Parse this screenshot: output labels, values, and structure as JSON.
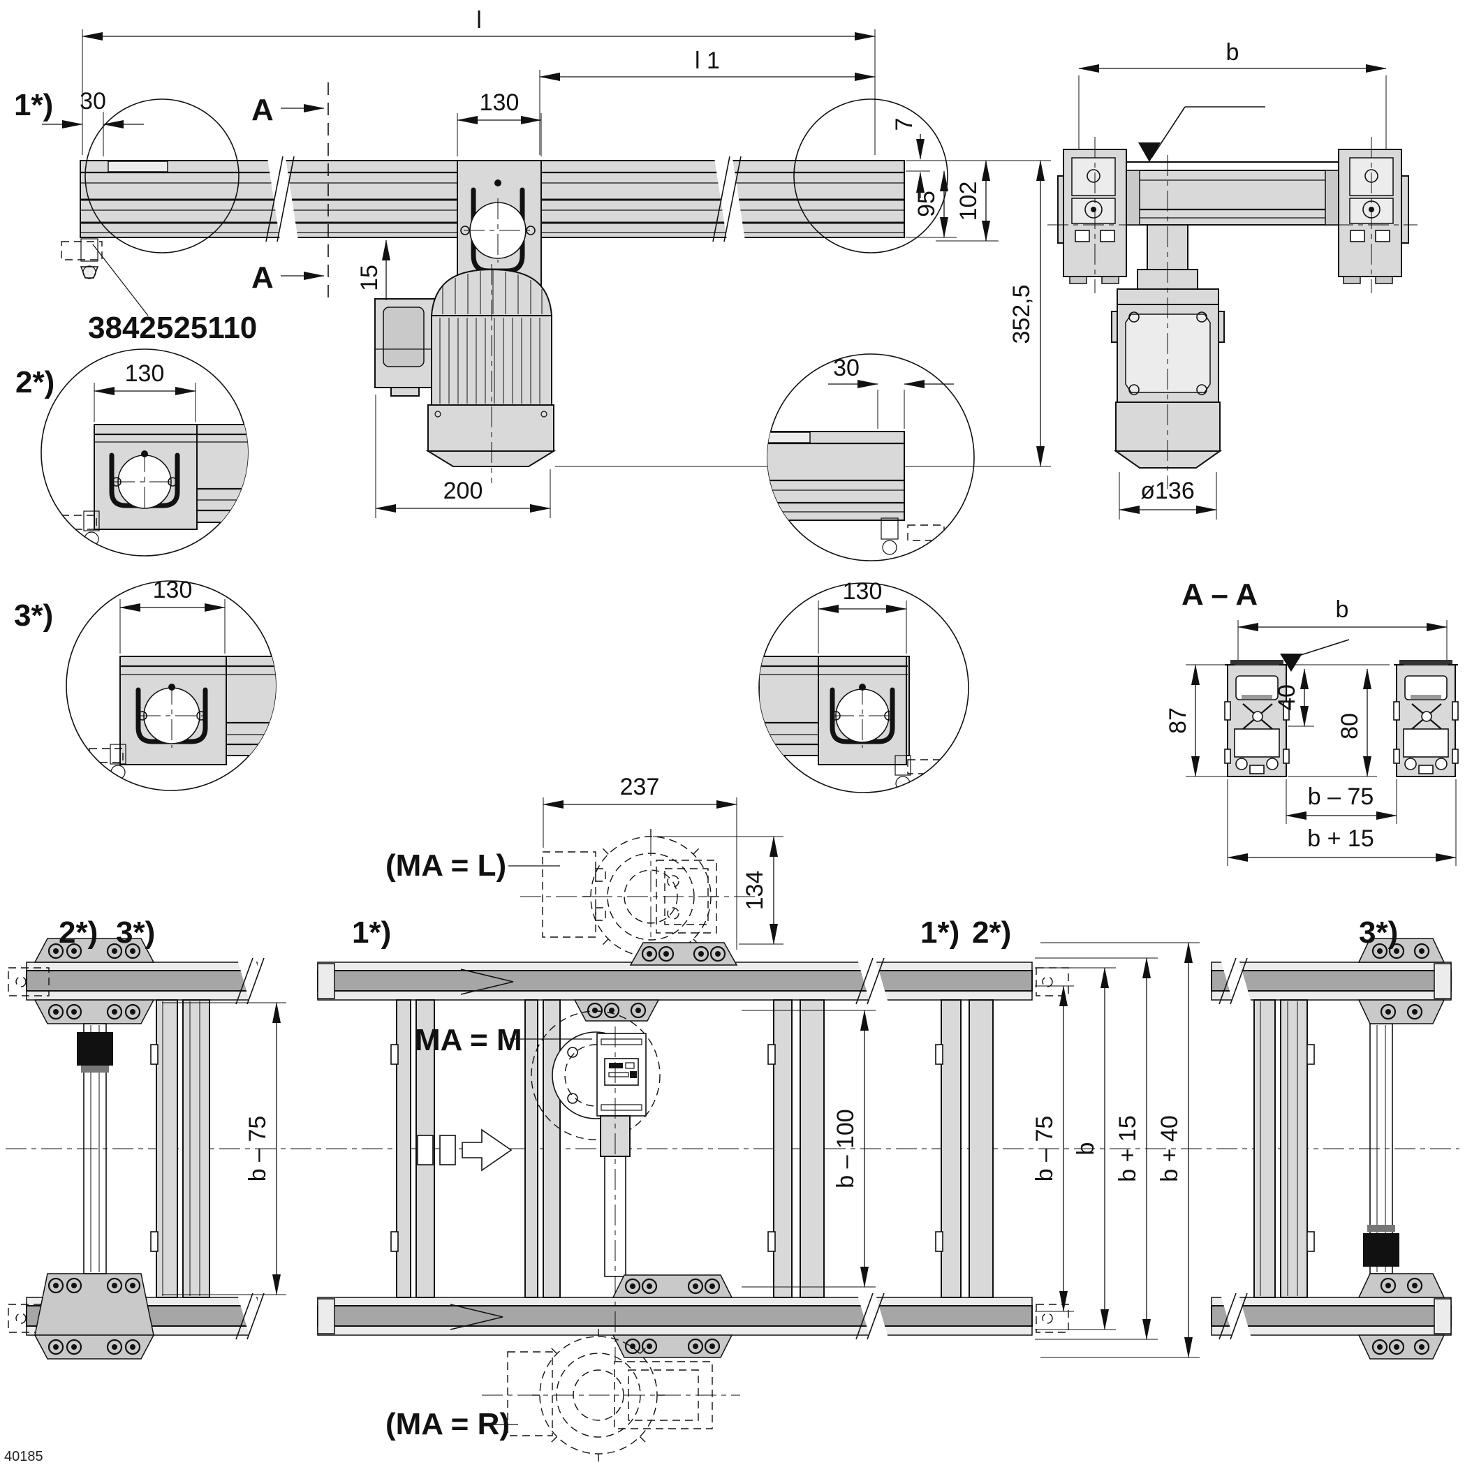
{
  "meta": {
    "figure_id": "40185"
  },
  "side_view": {
    "label_detail1": "1*)",
    "part_number": "3842525110",
    "section_letter_top": "A",
    "section_letter_bottom": "A",
    "dim_l": "l",
    "dim_l1": "l 1",
    "dim_130": "130",
    "dim_30_left": "30",
    "dim_30_right": "30",
    "dim_7": "7",
    "dim_95": "95",
    "dim_102": "102",
    "dim_15": "15",
    "dim_200": "200",
    "dim_352_5": "352,5"
  },
  "end_view": {
    "dim_b": "b",
    "dim_diameter": "ø136"
  },
  "detail_2": {
    "label": "2*)",
    "dim_130": "130"
  },
  "detail_3": {
    "label": "3*)",
    "dim_130": "130"
  },
  "detail_right_top": {
    "dim_30": "30"
  },
  "detail_right_bottom": {
    "dim_130": "130"
  },
  "section_aa": {
    "title": "A – A",
    "dim_b": "b",
    "dim_87": "87",
    "dim_40": "40",
    "dim_80": "80",
    "dim_b_minus_75": "b – 75",
    "dim_b_plus_15": "b + 15"
  },
  "plan_view": {
    "dim_237": "237",
    "dim_134": "134",
    "label_ma_l": "(MA = L)",
    "label_ma_m": "MA = M",
    "label_ma_r": "(MA = R)",
    "label_left_2": "2*)",
    "label_left_3": "3*)",
    "label_center_1": "1*)",
    "label_right_1": "1*)",
    "label_right_2": "2*)",
    "label_far_right_3": "3*)",
    "dim_b_minus_75_left": "b – 75",
    "dim_b_minus_100": "b – 100",
    "dim_b_minus_75_right": "b – 75",
    "dim_b": "b",
    "dim_b_plus_15": "b + 15",
    "dim_b_plus_40": "b + 40"
  }
}
